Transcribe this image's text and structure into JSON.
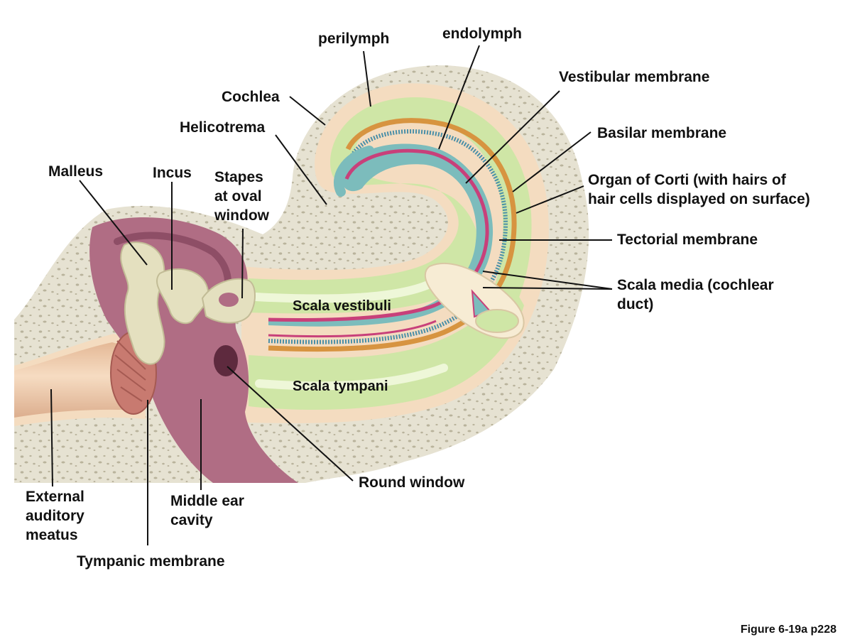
{
  "labels": {
    "perilymph": "perilymph",
    "endolymph": "endolymph",
    "vestibular_membrane": "Vestibular membrane",
    "cochlea": "Cochlea",
    "helicotrema": "Helicotrema",
    "basilar_membrane": "Basilar membrane",
    "malleus": "Malleus",
    "incus": "Incus",
    "stapes": [
      "Stapes",
      "at oval",
      "window"
    ],
    "organ_of_corti": [
      "Organ of Corti (with hairs of",
      "hair cells displayed on surface)"
    ],
    "tectorial_membrane": "Tectorial membrane",
    "scala_media": [
      "Scala media (cochlear",
      "duct)"
    ],
    "scala_vestibuli": "Scala vestibuli",
    "scala_tympani": "Scala tympani",
    "round_window": "Round window",
    "external_auditory_meatus": [
      "External",
      "auditory",
      "meatus"
    ],
    "middle_ear_cavity": [
      "Middle ear",
      "cavity"
    ],
    "tympanic_membrane": "Tympanic membrane"
  },
  "caption": "Figure 6-19a p228",
  "colors": {
    "bone": "#e6e2d2",
    "bone_dots": "#b9b39c",
    "lining": "#f4dcc0",
    "perilymph_fluid": "#cfe6a6",
    "perilymph_glow": "#eef7d8",
    "endolymph_fluid": "#7cbcbc",
    "vestibular_membrane": "#c8407a",
    "basilar_membrane": "#d79440",
    "organ_of_corti": "#4a8fa8",
    "middle_ear": "#b06d84",
    "middle_ear_dark": "#8e4e66",
    "ossicles": "#e4e0bf",
    "tympanic": "#c87a70",
    "canal": "#efc8a8"
  }
}
